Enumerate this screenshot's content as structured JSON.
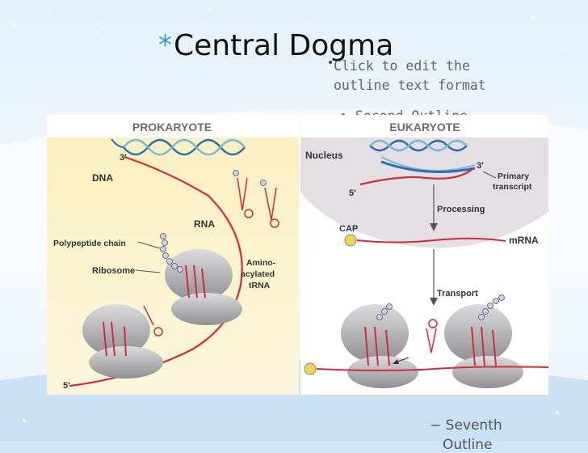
{
  "slide": {
    "title_bullet": "*",
    "title": "Central Dogma",
    "outline_bullet": "•",
    "outline_line1": "Click to edit the",
    "outline_line2": "outline text format",
    "second_outline": "• Second Outline",
    "seventh": "− Seventh",
    "eighth": "Outline"
  },
  "figure": {
    "prokaryote": {
      "heading": "PROKARYOTE",
      "dna": "DNA",
      "three_prime": "3′",
      "rna": "RNA",
      "polypeptide": "Polypeptide chain",
      "ribosome": "Ribosome",
      "amino_1": "Amino-",
      "amino_2": "acylated",
      "amino_3": "tRNA",
      "five_prime": "5′"
    },
    "eukaryote": {
      "heading": "EUKARYOTE",
      "nucleus": "Nucleus",
      "three_prime": "3′",
      "five_prime": "5′",
      "primary_1": "Primary",
      "primary_2": "transcript",
      "processing": "Processing",
      "cap": "CAP",
      "mrna": "mRNA",
      "transport": "Transport"
    }
  },
  "colors": {
    "rna": "#d42a3c",
    "dna_blue": "#2a6fb5",
    "dna_teal": "#79b8d8",
    "panel_left": "#fdf3c8",
    "nucleus": "#e4dfe3",
    "ribosome": "#b5b5b8",
    "cap": "#f2d34a",
    "accent": "#3d9ad8"
  }
}
